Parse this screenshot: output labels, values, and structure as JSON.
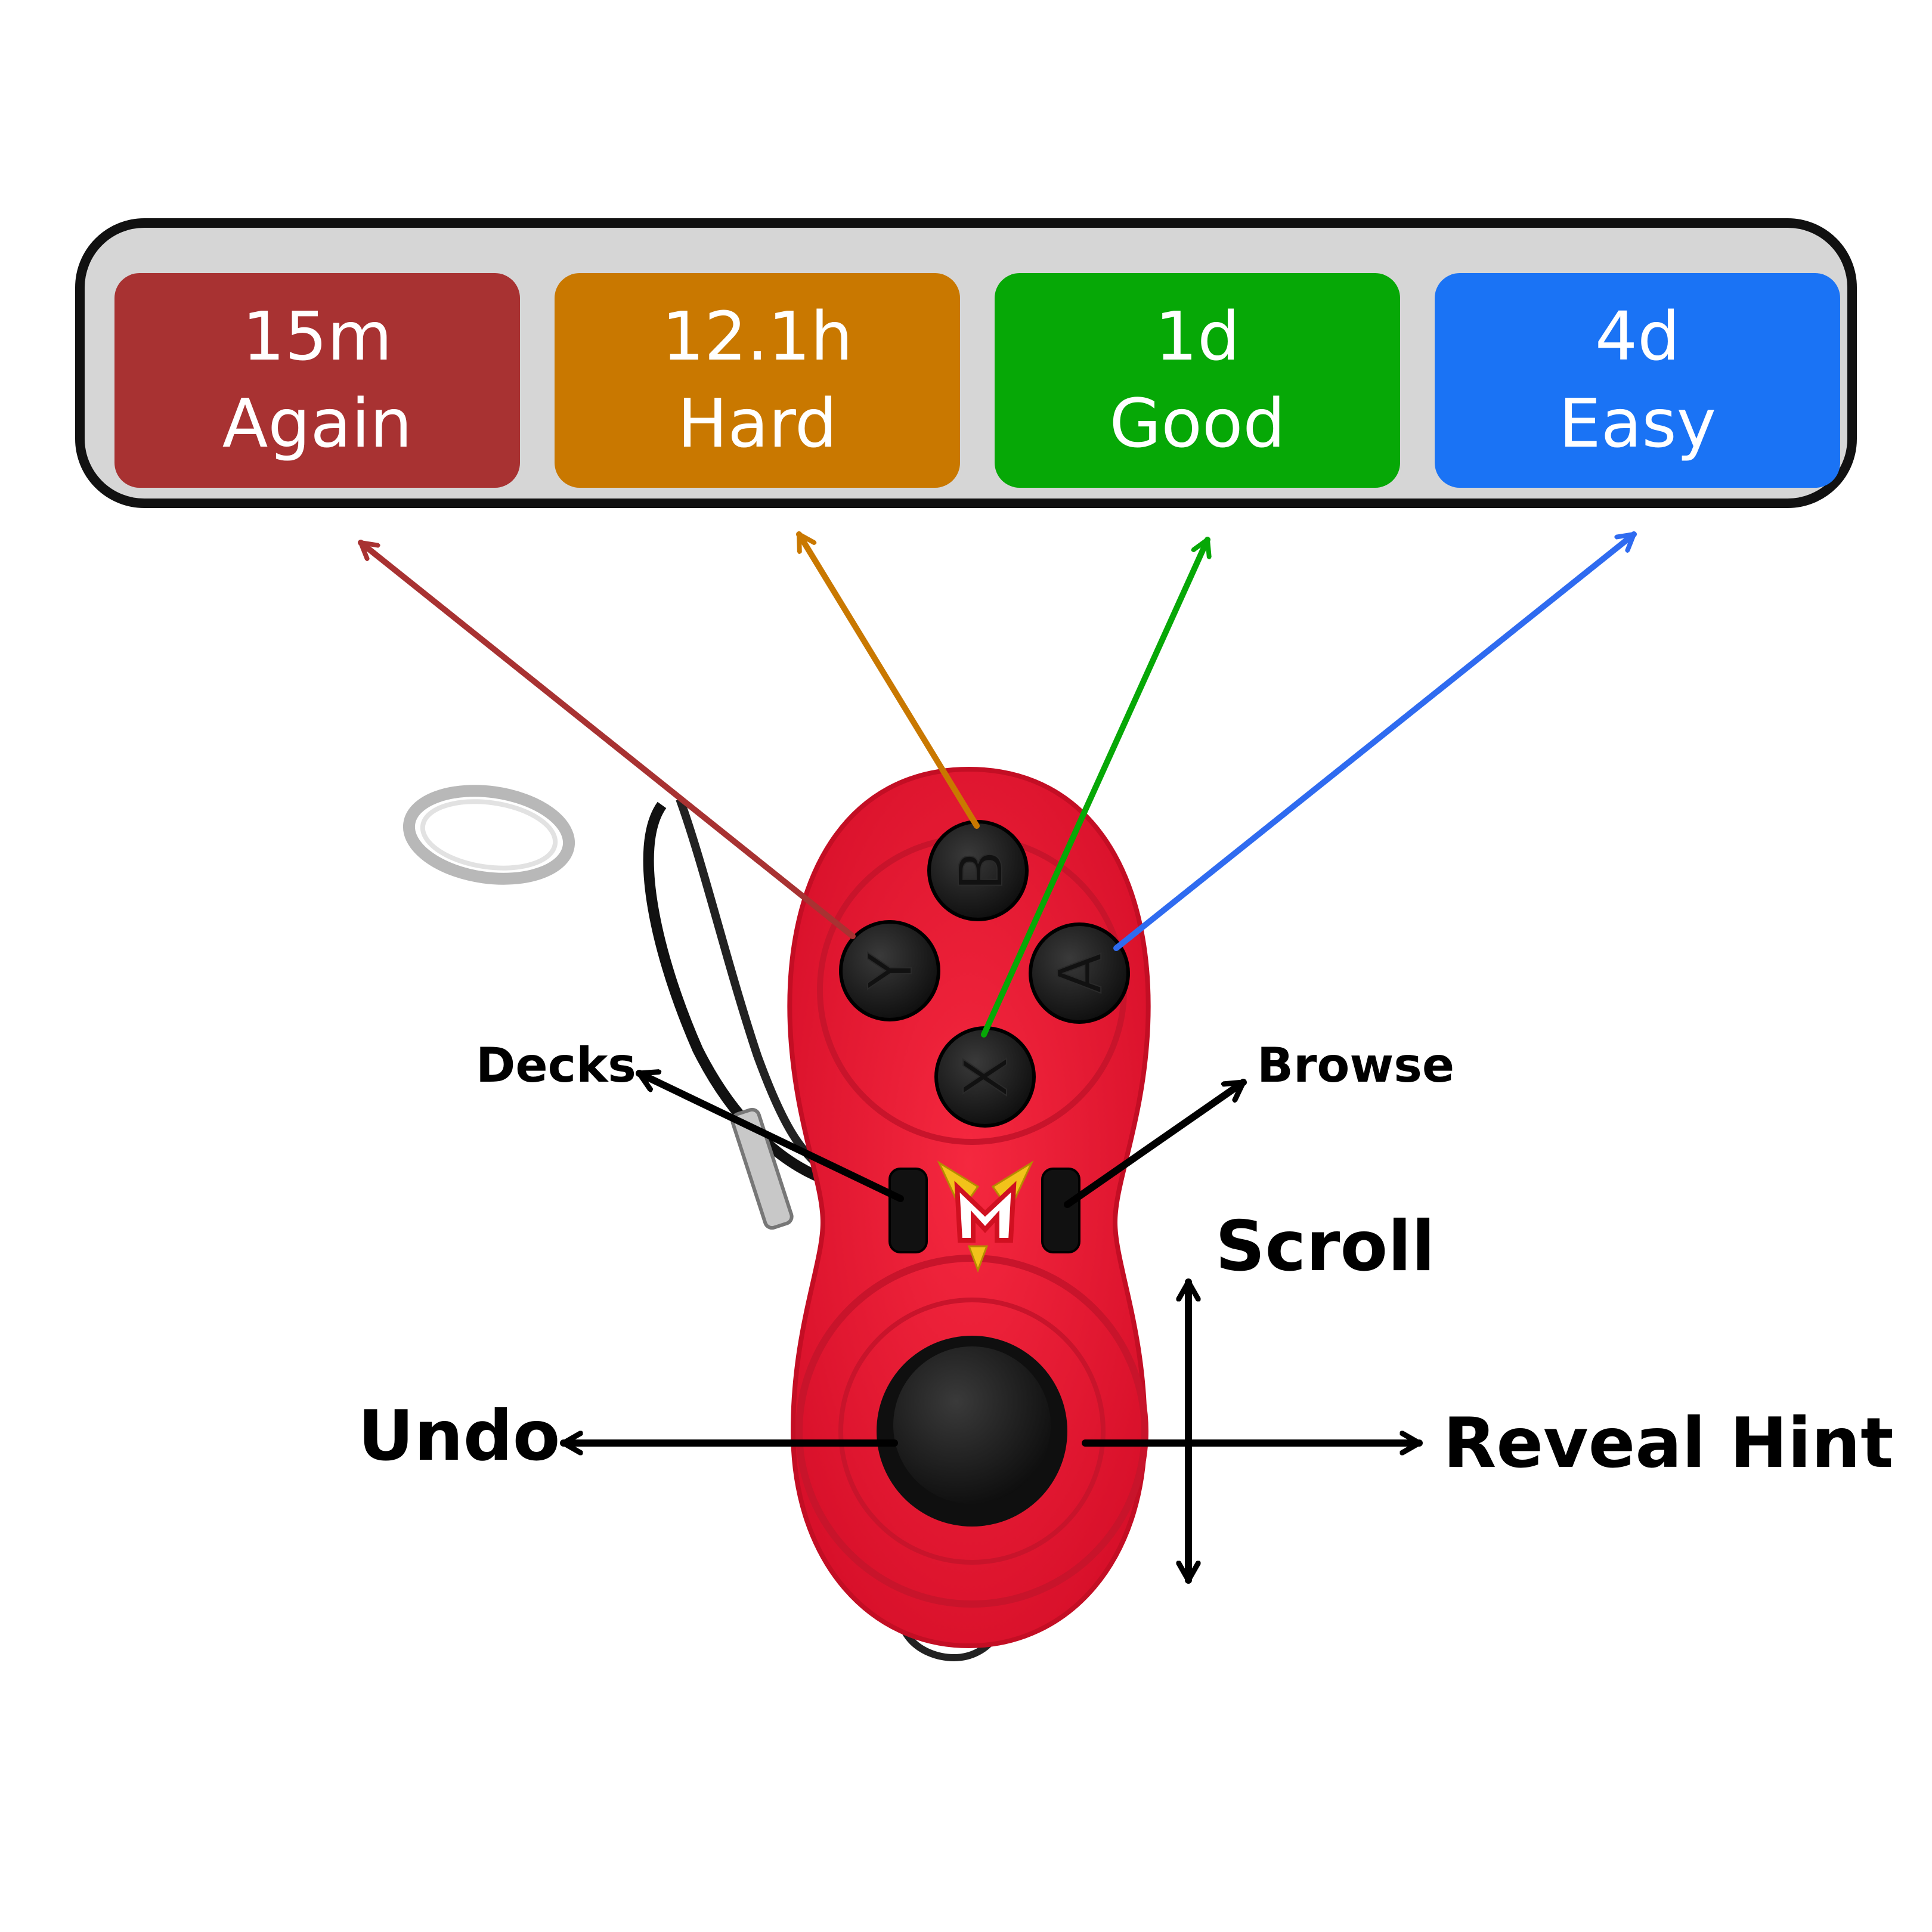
{
  "answer_buttons": [
    {
      "interval": "15m",
      "label": "Again",
      "color": "#a83232"
    },
    {
      "interval": "12.1h",
      "label": "Hard",
      "color": "#c97800"
    },
    {
      "interval": "1d",
      "label": "Good",
      "color": "#06a806"
    },
    {
      "interval": "4d",
      "label": "Easy",
      "color": "#1a73f5"
    }
  ],
  "controller": {
    "body_color": "#ee1c35",
    "buttons": {
      "y": "Y",
      "b": "B",
      "a": "A",
      "x": "X"
    }
  },
  "mappings": {
    "decks": "Decks",
    "browse": "Browse",
    "scroll": "Scroll",
    "undo": "Undo",
    "reveal_hint": "Reveal Hint"
  },
  "arrow_colors": {
    "again": "#a83232",
    "hard": "#c97800",
    "good": "#06a806",
    "easy": "#2f6bf0",
    "controls": "#000000"
  }
}
